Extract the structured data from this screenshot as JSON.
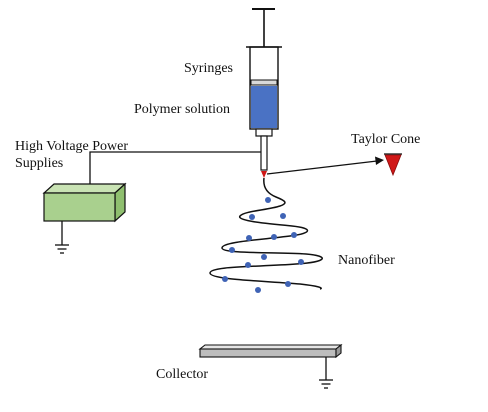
{
  "labels": {
    "syringes": "Syringes",
    "polymer_solution": "Polymer solution",
    "power_supply_line1": "High Voltage Power",
    "power_supply_line2": "Supplies",
    "taylor_cone": "Taylor Cone",
    "nanofiber": "Nanofiber",
    "collector": "Collector"
  },
  "colors": {
    "polymer_fill": "#4a72c4",
    "power_supply_front": "#a9d08e",
    "power_supply_top": "#c9e3b4",
    "power_supply_side": "#8fbf6f",
    "taylor_cone": "#d01818",
    "nanofiber_droplets": "#3f63b5",
    "collector_top": "#e6e6e6",
    "collector_front": "#bdbdbd",
    "line": "#111111"
  }
}
